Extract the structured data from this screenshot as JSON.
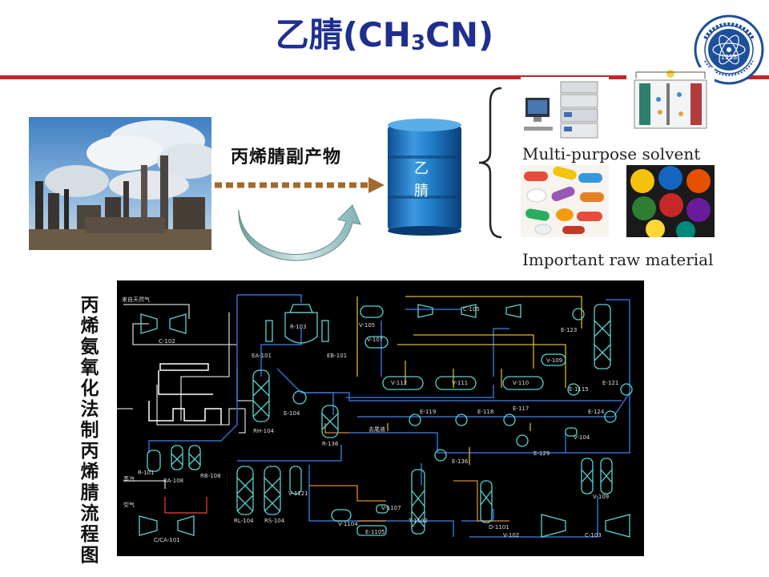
{
  "header": {
    "title_main": "乙腈(CH",
    "title_sub": "3",
    "title_end": "CN)"
  },
  "logo": {
    "year": "1958"
  },
  "flow": {
    "byproduct_label": "丙烯腈副产物",
    "barrel_char_1": "乙",
    "barrel_char_2": "腈"
  },
  "uses": {
    "solvent_caption": "Multi-purpose  solvent",
    "raw_caption": "Important  raw  material"
  },
  "process": {
    "vertical_label": [
      "丙",
      "烯",
      "氨",
      "氧",
      "化",
      "法",
      "制",
      "丙",
      "烯",
      "腈",
      "流",
      "程",
      "图"
    ],
    "units": {
      "natural_gas": "来自天然气",
      "c102": "C-102",
      "r103": "R-103",
      "ea101": "EA-101",
      "eb101": "EB-101",
      "e104": "E-104",
      "rh104": "RH-104",
      "r136": "R-136",
      "r101": "R-101",
      "ra108": "RA-108",
      "rb108": "RB-108",
      "steam": "蒸汽",
      "air": "空气",
      "cca101": "C/CA-101",
      "rl104": "RL-104",
      "rs104": "RS-104",
      "v1121": "V-1121",
      "v105": "V-105",
      "v107": "V-107",
      "v112": "V-112",
      "v111": "V-111",
      "v110": "V-110",
      "c105": "C-105",
      "e123": "E-123",
      "v109a": "V-109",
      "e121": "E-121",
      "e119": "E-119",
      "e118": "E-118",
      "e117": "E-117",
      "e1115": "E-1115",
      "e124": "E-124",
      "v104": "V-104",
      "e136": "E-136",
      "e129": "E-129",
      "v109b": "V-109",
      "v1104": "V-1104",
      "v1107": "V-1107",
      "t1102": "T-1102",
      "e1105": "E-1105",
      "d1101": "D-1101",
      "v102": "V-102",
      "c103": "C-103",
      "to_tail": "去尾液"
    }
  }
}
